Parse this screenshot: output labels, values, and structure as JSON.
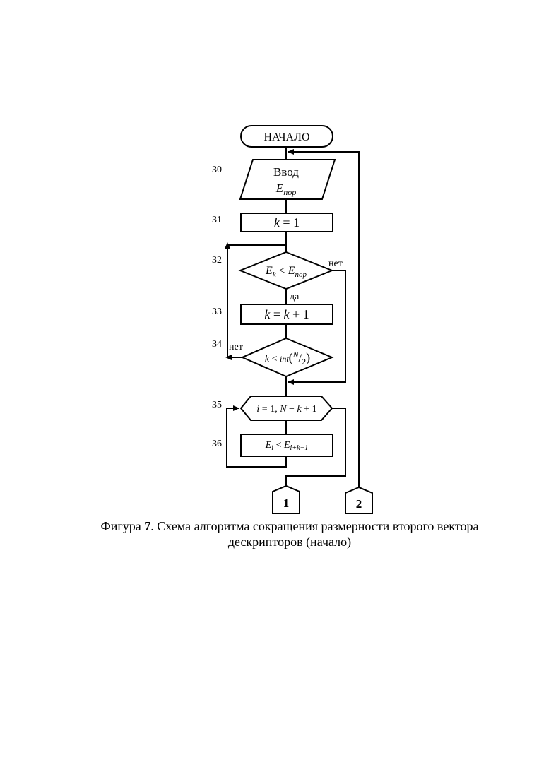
{
  "flowchart": {
    "start": {
      "label": "НАЧАЛО"
    },
    "steps": {
      "s30": {
        "num": "30",
        "line1": "Ввод",
        "var": "E",
        "sub": "пор"
      },
      "s31": {
        "num": "31",
        "k": "k",
        "eq": " = 1"
      },
      "s32": {
        "num": "32",
        "E": "E",
        "k": "k",
        "lt": " < ",
        "E2": "E",
        "sub": "пор",
        "yes": "да",
        "no": "нет"
      },
      "s33": {
        "num": "33",
        "k": "k",
        "eq": " = ",
        "k2": "k",
        "plus": " + 1"
      },
      "s34": {
        "num": "34",
        "k": "k",
        "lt": " < ",
        "int": "int",
        "N": "N",
        "slash": "/",
        "two": "2",
        "no": "нет"
      },
      "s35": {
        "num": "35",
        "i": "i",
        "eq": " = 1, ",
        "N": "N",
        "minus": " − ",
        "k": "k",
        "plus": " + 1"
      },
      "s36": {
        "num": "36",
        "E": "E",
        "i": "i",
        "lt": " < ",
        "E2": "E",
        "sub": "i+k−1"
      }
    },
    "connectors": {
      "c1": "1",
      "c2": "2"
    }
  },
  "caption": {
    "prefix": "Фигура ",
    "number": "7",
    "text": ". Схема алгоритма сокращения размерности второго вектора",
    "text2": "дескрипторов (начало)"
  }
}
